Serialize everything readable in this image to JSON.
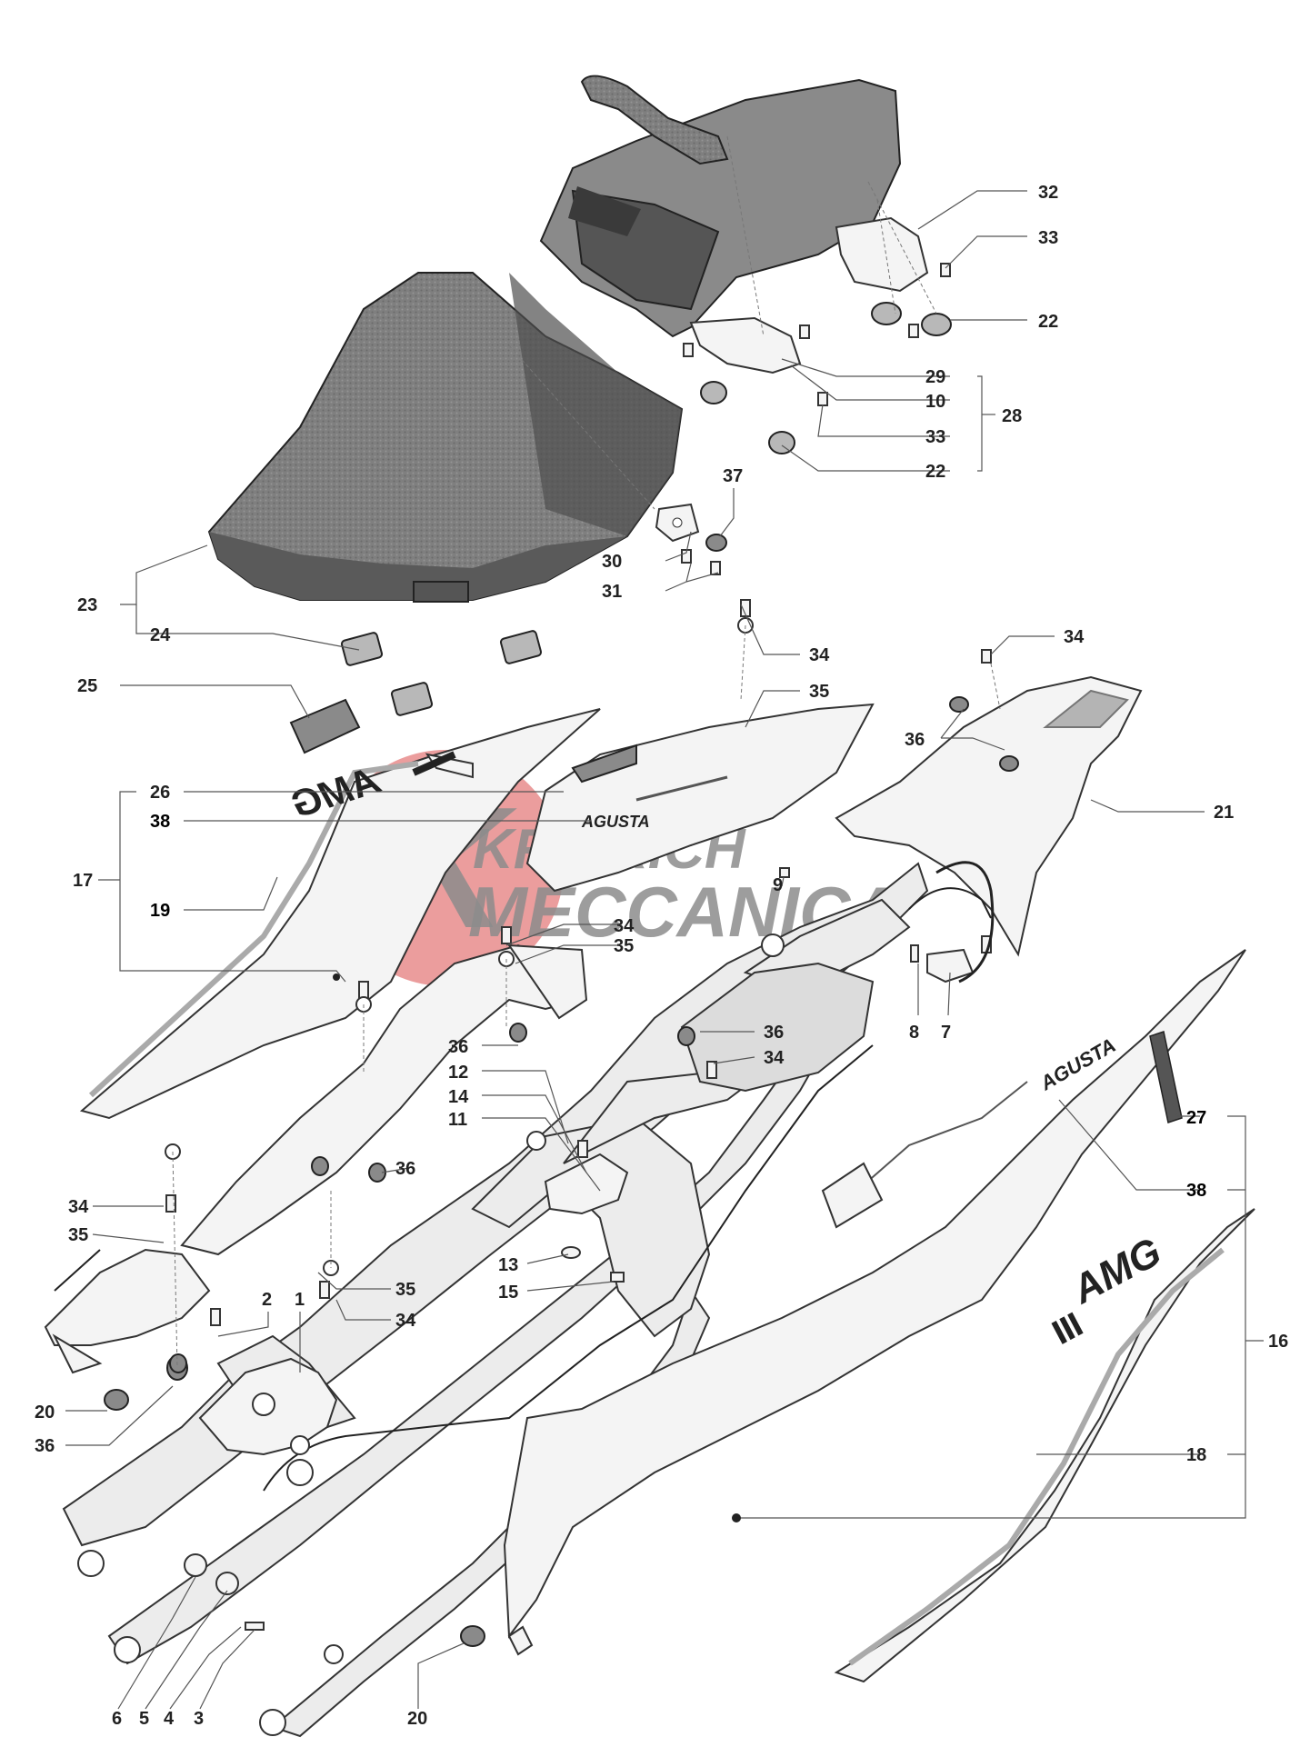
{
  "watermark": {
    "line1": "KREIRICH",
    "line2": "MECCANICA",
    "letter": "K"
  },
  "decals": {
    "left_brand": "AMG",
    "right_brand": "AMG",
    "mv_small_tail": "AGUSTA",
    "mv_right": "AGUSTA"
  },
  "callouts": [
    "1",
    "2",
    "3",
    "4",
    "5",
    "6",
    "7",
    "8",
    "9",
    "10",
    "11",
    "12",
    "13",
    "14",
    "15",
    "16",
    "17",
    "18",
    "19",
    "20",
    "21",
    "22",
    "23",
    "24",
    "25",
    "26",
    "27",
    "28",
    "29",
    "30",
    "31",
    "32",
    "33",
    "34",
    "35",
    "36",
    "37",
    "38"
  ]
}
